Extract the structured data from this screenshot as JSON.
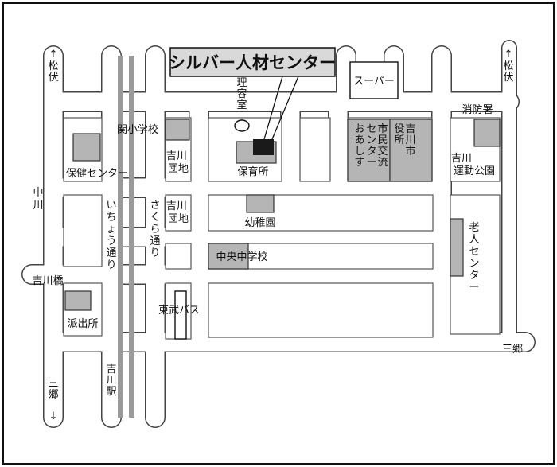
{
  "title": "シルバー人材センター",
  "colors": {
    "frame": "#111111",
    "road": "#ffffff",
    "block_stroke": "#555555",
    "building_gray": "#b5b5b5",
    "target_building": "#1a1a1a",
    "callout_bg": "#d9d9d9",
    "rail_gray": "#9a9a9a"
  },
  "roads": {
    "nakagawa": "中川",
    "yoshikawa_bridge": "吉川橋",
    "ichou_doori": "いちょう通り",
    "sakura_doori": "さくら通り",
    "matsubushi_left": "松伏",
    "matsubushi_right": "松伏",
    "misato_left": "三郷",
    "misato_right": "三郷",
    "yoshikawa_station": "吉川駅",
    "arrow_up": "↑",
    "arrow_down": "↓"
  },
  "places": {
    "super": "スーパー",
    "rikagaku": "理容室",
    "seki_elementary": "関小学校",
    "yoshikawa_danchi_1": "吉川団地",
    "yoshikawa_danchi_2": "吉川団地",
    "hoikusho": "保育所",
    "hoken_center": "保健センター",
    "oasis": "おあしす",
    "shimin_koryu_center": "市民交流センター",
    "yoshikawa_city_hall": "吉川市役所",
    "fire_station": "消防署",
    "undo_koen": "吉川運動公園",
    "kindergarten": "幼稚園",
    "chuo_junior_high": "中央中学校",
    "rojin_center": "老人センター",
    "police_box": "派出所",
    "tobu_bus": "東武バス"
  }
}
